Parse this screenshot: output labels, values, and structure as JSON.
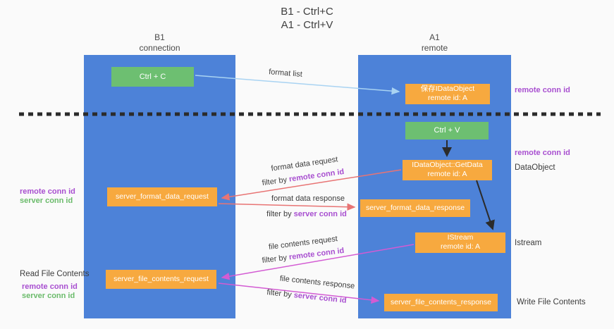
{
  "title": {
    "line1": "B1 - Ctrl+C",
    "line2": "A1 - Ctrl+V"
  },
  "lanes": {
    "left": {
      "title": "B1",
      "subtitle": "connection"
    },
    "right": {
      "title": "A1",
      "subtitle": "remote"
    }
  },
  "nodes": {
    "ctrl_c": {
      "label": "Ctrl + C"
    },
    "ctrl_v": {
      "label": "Ctrl + V"
    },
    "save_dataobject": {
      "line1": "保存IDataObject",
      "line2": "remote id: A"
    },
    "getdata": {
      "line1": "IDataObject::GetData",
      "line2": "remote id: A"
    },
    "istream": {
      "line1": "IStream",
      "line2": "remote id: A"
    },
    "format_request": {
      "label": "server_format_data_request"
    },
    "format_response": {
      "label": "server_format_data_response"
    },
    "file_request": {
      "label": "server_file_contents_request"
    },
    "file_response": {
      "label": "server_file_contents_response"
    }
  },
  "annotations": {
    "remote_conn_id_top_right": "remote conn id",
    "remote_conn_id_mid_right": "remote conn id",
    "dataobject": "DataObject",
    "istream": "Istream",
    "write_file_contents": "Write File Contents",
    "read_file_contents": "Read File Contents",
    "remote_conn_id_left_1": "remote conn id",
    "server_conn_id_left_1": "server conn id",
    "remote_conn_id_left_2": "remote conn id",
    "server_conn_id_left_2": "server conn id"
  },
  "arrows": {
    "format_list": {
      "label": "format list"
    },
    "format_data_request": {
      "label": "format data request",
      "filter_prefix": "filter by ",
      "filter_key": "remote conn id"
    },
    "format_data_response": {
      "label": "format data response",
      "filter_prefix": "filter by ",
      "filter_key": "server conn id"
    },
    "file_contents_request": {
      "label": "file contents request",
      "filter_prefix": "filter by ",
      "filter_key": "remote conn id"
    },
    "file_contents_response": {
      "label": "file contents response",
      "filter_prefix": "filter by ",
      "filter_key": "server conn id"
    }
  },
  "colors": {
    "background": "#fafafa",
    "lane_blue": "#4d82d8",
    "node_orange": "#f7a93f",
    "node_green": "#6dbf71",
    "accent_purple": "#a84fd0",
    "accent_green": "#6bbb6b",
    "arrow_red": "#e87474",
    "arrow_magenta": "#d35bd3",
    "arrow_light_blue": "#a9d3f2",
    "arrow_black": "#2b2b2b"
  }
}
